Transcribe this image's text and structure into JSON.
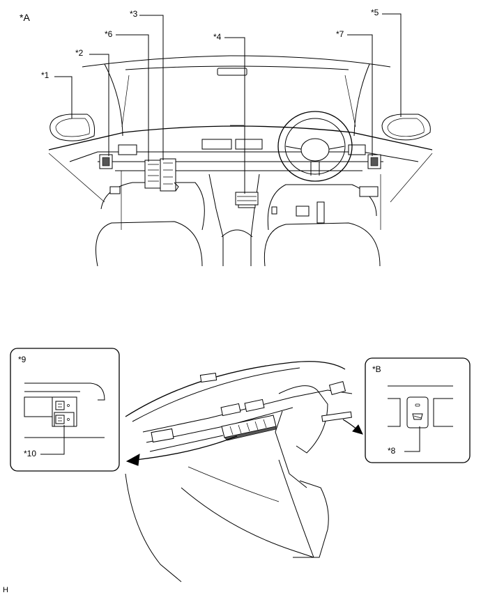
{
  "view_a": {
    "label": "*A"
  },
  "view_b": {
    "label": "*B"
  },
  "callouts": {
    "c1": "*1",
    "c2": "*2",
    "c3": "*3",
    "c4": "*4",
    "c5": "*5",
    "c6": "*6",
    "c7": "*7",
    "c8": "*8",
    "c9": "*9",
    "c10": "*10"
  },
  "footer_code": "H"
}
